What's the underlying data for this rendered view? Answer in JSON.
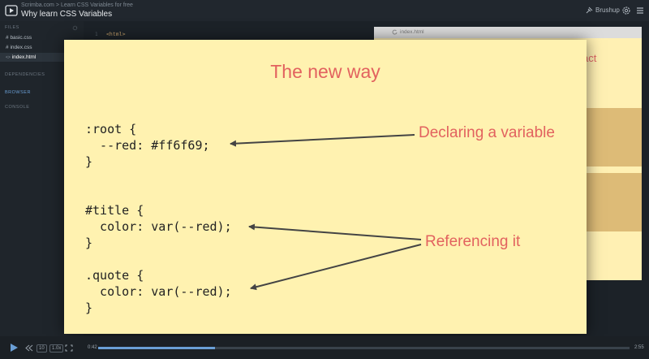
{
  "header": {
    "breadcrumb_site": "Scrimba.com",
    "breadcrumb_course": "Learn CSS Variables for free",
    "lesson_title": "Why learn CSS Variables",
    "brushup_label": "Brushup"
  },
  "sidebar": {
    "files_heading": "FILES",
    "files": [
      {
        "name": "basic.css",
        "icon": "#"
      },
      {
        "name": "index.css",
        "icon": "#"
      },
      {
        "name": "index.html",
        "icon": "<>"
      }
    ],
    "dependencies_label": "DEPENDENCIES",
    "browser_label": "BROWSER",
    "console_label": "CONSOLE"
  },
  "editor": {
    "line_number": "1",
    "first_line": "<html>"
  },
  "preview": {
    "url": "index.html",
    "partial_heading": "act"
  },
  "slide": {
    "title": "The new way",
    "code_root": ":root {\n  --red: #ff6f69;\n}",
    "code_title": "#title {\n  color: var(--red);\n}",
    "code_quote": ".quote {\n  color: var(--red);\n}",
    "callout_declaring": "Declaring a variable",
    "callout_referencing": "Referencing it"
  },
  "player": {
    "back_label": "10",
    "speed_label": "1.0x",
    "current_time": "0:42",
    "total_time": "2:55",
    "progress_fraction": 0.22
  },
  "colors": {
    "accent_red": "#e2625f",
    "slide_bg": "#fff2b0",
    "progress_blue": "#6a9fd6"
  }
}
